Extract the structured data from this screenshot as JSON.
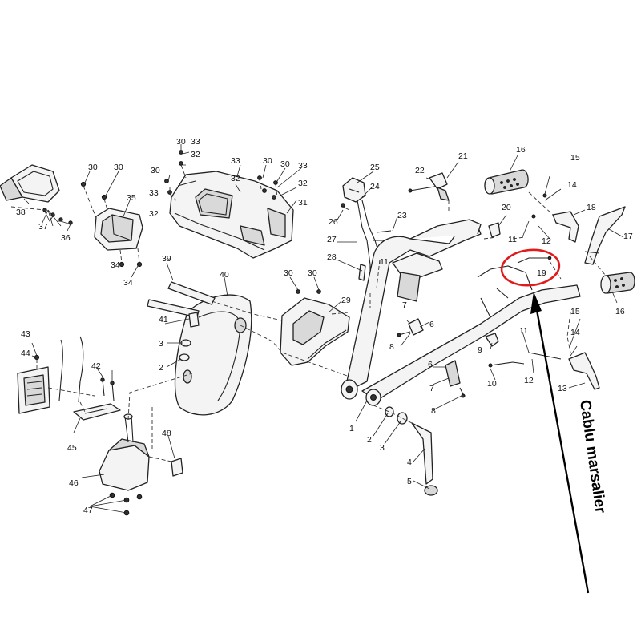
{
  "callout": {
    "text": "Cablu marsalier",
    "highlighted_part": "19",
    "circle_color": "#e01b1b"
  },
  "labels": [
    {
      "id": "l1",
      "text": "1"
    },
    {
      "id": "l2a",
      "text": "2"
    },
    {
      "id": "l2b",
      "text": "2"
    },
    {
      "id": "l3a",
      "text": "3"
    },
    {
      "id": "l3b",
      "text": "3"
    },
    {
      "id": "l4",
      "text": "4"
    },
    {
      "id": "l5",
      "text": "5"
    },
    {
      "id": "l6a",
      "text": "6"
    },
    {
      "id": "l6b",
      "text": "6"
    },
    {
      "id": "l7a",
      "text": "7"
    },
    {
      "id": "l7b",
      "text": "7"
    },
    {
      "id": "l8a",
      "text": "8"
    },
    {
      "id": "l8b",
      "text": "8"
    },
    {
      "id": "l9",
      "text": "9"
    },
    {
      "id": "l10",
      "text": "10"
    },
    {
      "id": "l11a",
      "text": "11"
    },
    {
      "id": "l11b",
      "text": "11"
    },
    {
      "id": "l11c",
      "text": "11"
    },
    {
      "id": "l12a",
      "text": "12"
    },
    {
      "id": "l12b",
      "text": "12"
    },
    {
      "id": "l13",
      "text": "13"
    },
    {
      "id": "l14a",
      "text": "14"
    },
    {
      "id": "l14b",
      "text": "14"
    },
    {
      "id": "l15a",
      "text": "15"
    },
    {
      "id": "l15b",
      "text": "15"
    },
    {
      "id": "l16a",
      "text": "16"
    },
    {
      "id": "l16b",
      "text": "16"
    },
    {
      "id": "l17",
      "text": "17"
    },
    {
      "id": "l18",
      "text": "18"
    },
    {
      "id": "l19",
      "text": "19"
    },
    {
      "id": "l20",
      "text": "20"
    },
    {
      "id": "l21",
      "text": "21"
    },
    {
      "id": "l22",
      "text": "22"
    },
    {
      "id": "l23",
      "text": "23"
    },
    {
      "id": "l24",
      "text": "24"
    },
    {
      "id": "l25",
      "text": "25"
    },
    {
      "id": "l26",
      "text": "26"
    },
    {
      "id": "l27",
      "text": "27"
    },
    {
      "id": "l28",
      "text": "28"
    },
    {
      "id": "l29",
      "text": "29"
    },
    {
      "id": "l30a",
      "text": "30"
    },
    {
      "id": "l30b",
      "text": "30"
    },
    {
      "id": "l30c",
      "text": "30"
    },
    {
      "id": "l30d",
      "text": "30"
    },
    {
      "id": "l30e",
      "text": "30"
    },
    {
      "id": "l30f",
      "text": "30"
    },
    {
      "id": "l30g",
      "text": "30"
    },
    {
      "id": "l30h",
      "text": "30"
    },
    {
      "id": "l31",
      "text": "31"
    },
    {
      "id": "l32a",
      "text": "32"
    },
    {
      "id": "l32b",
      "text": "32"
    },
    {
      "id": "l32c",
      "text": "32"
    },
    {
      "id": "l32d",
      "text": "32"
    },
    {
      "id": "l33a",
      "text": "33"
    },
    {
      "id": "l33b",
      "text": "33"
    },
    {
      "id": "l33c",
      "text": "33"
    },
    {
      "id": "l33d",
      "text": "33"
    },
    {
      "id": "l34a",
      "text": "34"
    },
    {
      "id": "l34b",
      "text": "34"
    },
    {
      "id": "l35",
      "text": "35"
    },
    {
      "id": "l36",
      "text": "36"
    },
    {
      "id": "l37",
      "text": "37"
    },
    {
      "id": "l38",
      "text": "38"
    },
    {
      "id": "l39",
      "text": "39"
    },
    {
      "id": "l40",
      "text": "40"
    },
    {
      "id": "l41",
      "text": "41"
    },
    {
      "id": "l42",
      "text": "42"
    },
    {
      "id": "l43",
      "text": "43"
    },
    {
      "id": "l44",
      "text": "44"
    },
    {
      "id": "l45",
      "text": "45"
    },
    {
      "id": "l46",
      "text": "46"
    },
    {
      "id": "l47",
      "text": "47"
    },
    {
      "id": "l48",
      "text": "48"
    }
  ]
}
